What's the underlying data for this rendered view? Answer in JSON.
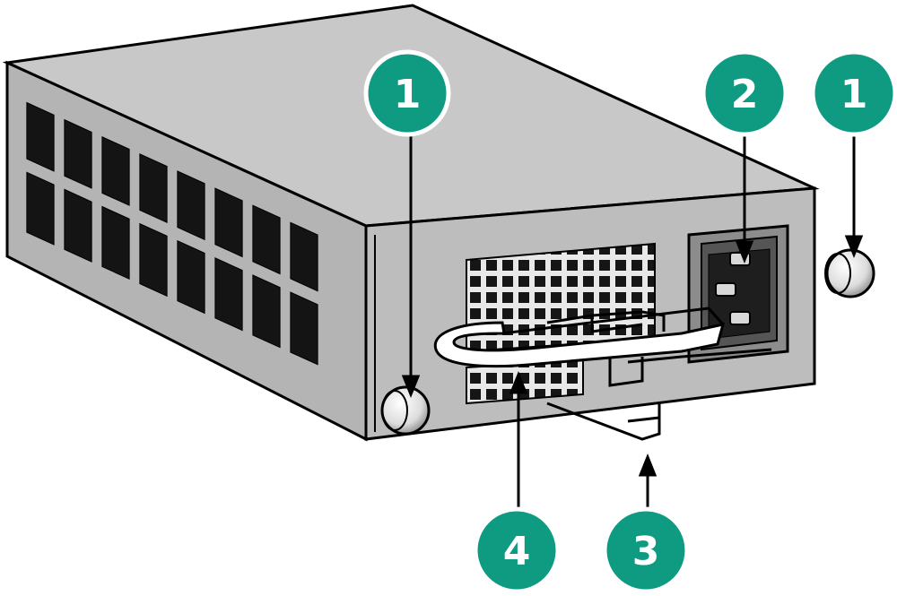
{
  "figure": {
    "subject": "power-supply-module",
    "colors": {
      "callout_fill": "#0f9a82",
      "callout_ring": "#ffffff",
      "body_top": "#c6c6c6",
      "body_side": "#b4b4b4",
      "front_panel": "#bdbdbd",
      "vent": "#141414",
      "outline": "#000000"
    },
    "callouts": [
      {
        "id": "c1a",
        "number": "1",
        "target": "captive-screw-left"
      },
      {
        "id": "c2",
        "number": "2",
        "target": "power-input-receptacle"
      },
      {
        "id": "c1b",
        "number": "1",
        "target": "captive-screw-right"
      },
      {
        "id": "c4",
        "number": "4",
        "target": "handle"
      },
      {
        "id": "c3",
        "number": "3",
        "target": "cable-retention-clip"
      }
    ]
  }
}
